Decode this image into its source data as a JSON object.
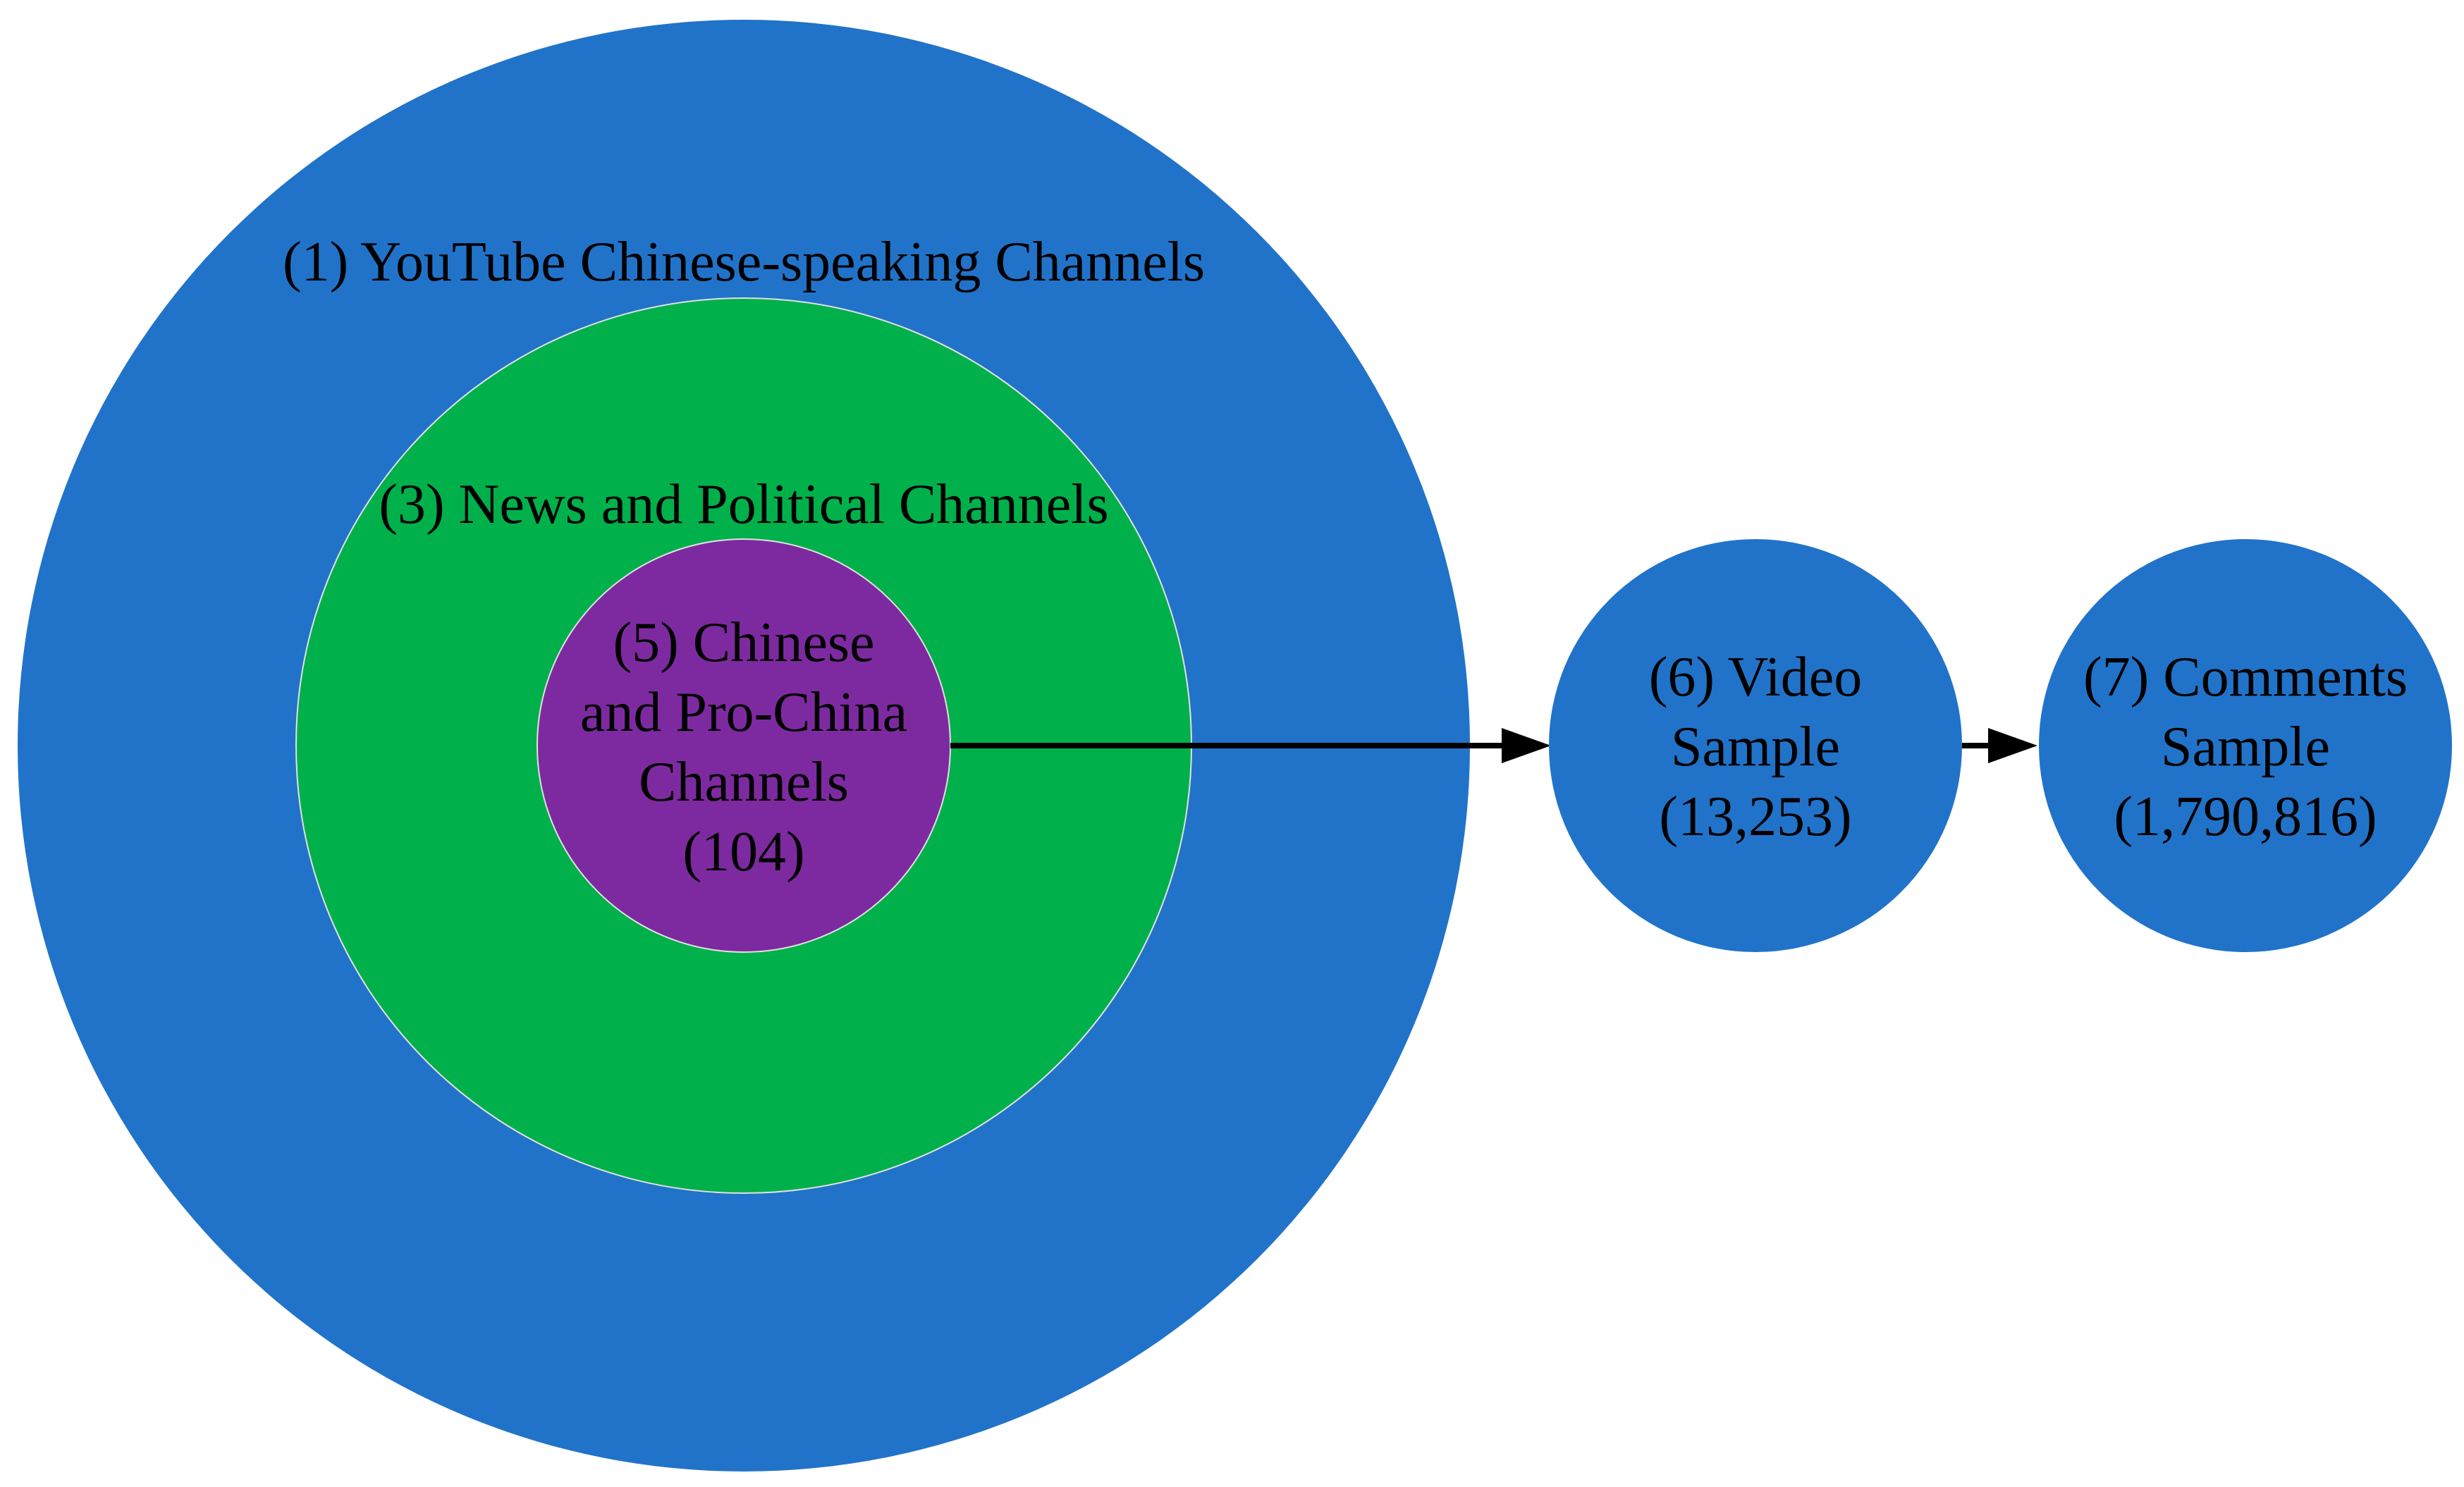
{
  "colors": {
    "outer": "#2173c9",
    "middle": "#00b04a",
    "inner": "#7d2aa0",
    "node": "#2173c9",
    "arrow": "#000000",
    "text": "#000000"
  },
  "outer_circle": {
    "label": "(1) YouTube Chinese-speaking Channels"
  },
  "middle_circle": {
    "label": "(3) News and Political Channels"
  },
  "inner_circle": {
    "lines": [
      "(5) Chinese",
      "and Pro-China",
      "Channels",
      "(104)"
    ]
  },
  "video_node": {
    "lines": [
      "(6) Video",
      "Sample",
      "(13,253)"
    ]
  },
  "comments_node": {
    "lines": [
      "(7) Comments",
      "Sample",
      "(1,790,816)"
    ]
  }
}
